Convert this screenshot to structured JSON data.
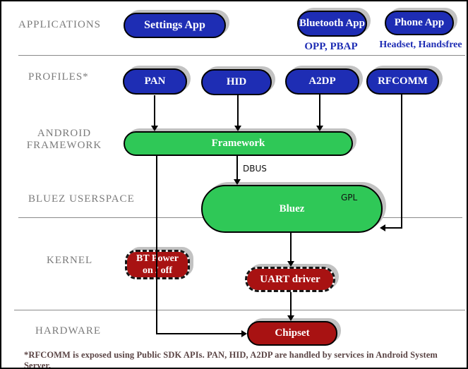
{
  "layers": {
    "applications": "APPLICATIONS",
    "profiles": "PROFILES*",
    "android_framework": "ANDROID FRAMEWORK",
    "bluez_userspace": "BLUEZ USERSPACE",
    "kernel": "KERNEL",
    "hardware": "HARDWARE"
  },
  "applications": {
    "settings_app": "Settings App",
    "bluetooth_app": "Bluetooth App",
    "phone_app": "Phone App",
    "bluetooth_app_profiles": "OPP, PBAP",
    "phone_app_profiles": "Headset, Handsfree"
  },
  "profiles": {
    "pan": "PAN",
    "hid": "HID",
    "a2dp": "A2DP",
    "rfcomm": "RFCOMM"
  },
  "framework": {
    "label": "Framework",
    "bus_label": "DBUS"
  },
  "bluez": {
    "label": "Bluez",
    "license": "GPL"
  },
  "kernel": {
    "bt_power_line1": "BT Power",
    "bt_power_line2": "on / off",
    "uart_driver": "UART driver"
  },
  "hardware": {
    "chipset": "Chipset"
  },
  "footnote": "*RFCOMM is exposed using Public SDK APIs. PAN, HID, A2DP are handled by services in Android System Server.",
  "colors": {
    "app_blue": "#1e2db4",
    "framework_green": "#2fc857",
    "kernel_red": "#a81212",
    "label_gray": "#7b7b7b",
    "shadow_gray": "#c2c2c2",
    "footnote_maroon": "#5a4444"
  }
}
